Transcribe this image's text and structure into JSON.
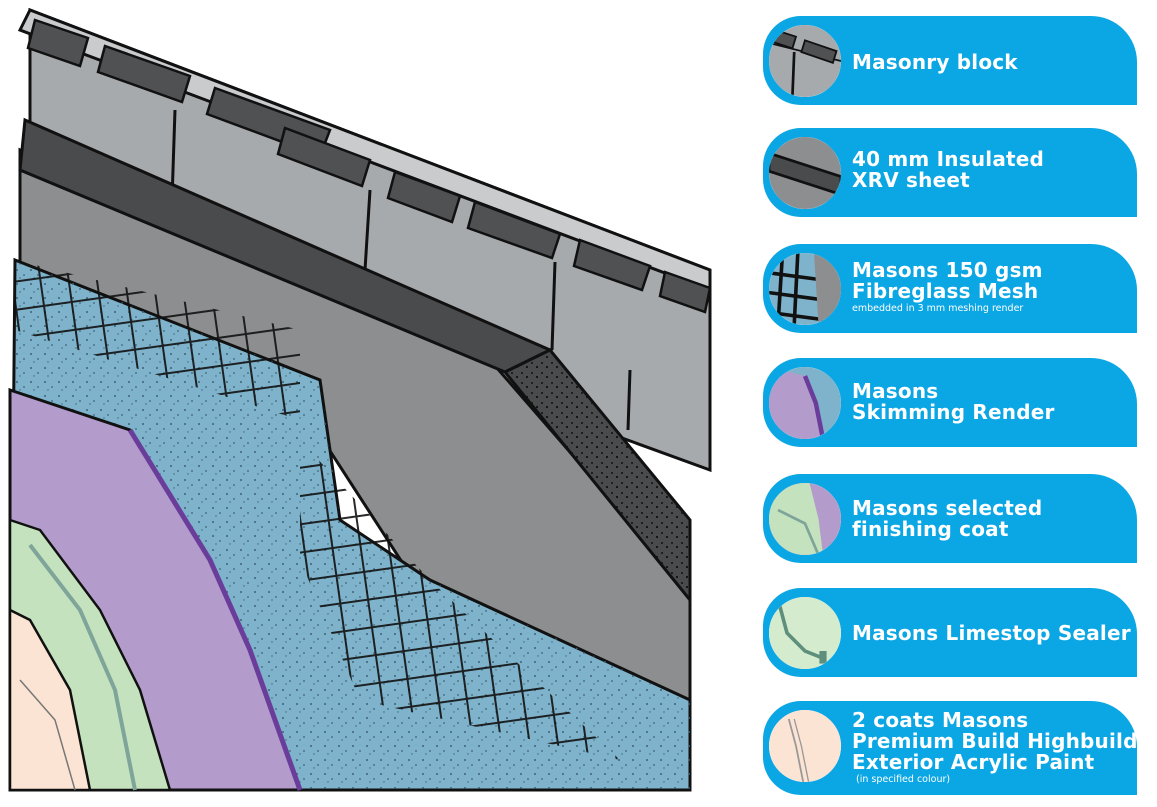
{
  "colors": {
    "accent": "#0ba6e4",
    "masonry": "#a7aaad",
    "block_holes": "#4f5153",
    "insulation": "#4a4b4d",
    "base_render": "#8d8e90",
    "mesh_render": "#7fb3cb",
    "skimming_render": "#b39ccb",
    "finishing_coat": "#c4e2bd",
    "sealer": "#d5ebcd",
    "paint": "#fce4d4"
  },
  "legend": {
    "items": [
      {
        "icon": "masonry-block-icon",
        "lines": [
          "Masonry block"
        ],
        "note": ""
      },
      {
        "icon": "insulated-sheet-icon",
        "lines": [
          "40 mm Insulated",
          "XRV sheet"
        ],
        "note": ""
      },
      {
        "icon": "fibreglass-mesh-icon",
        "lines": [
          "Masons 150 gsm",
          "Fibreglass Mesh"
        ],
        "note": "embedded in 3 mm meshing render"
      },
      {
        "icon": "skimming-render-icon",
        "lines": [
          "Masons",
          "Skimming Render"
        ],
        "note": ""
      },
      {
        "icon": "finishing-coat-icon",
        "lines": [
          "Masons selected",
          "finishing coat"
        ],
        "note": ""
      },
      {
        "icon": "limestop-sealer-icon",
        "lines": [
          "Masons Limestop Sealer"
        ],
        "note": ""
      },
      {
        "icon": "acrylic-paint-icon",
        "lines": [
          "2 coats Masons",
          "Premium Build Highbuild",
          "Exterior Acrylic Paint"
        ],
        "note": "(in specified colour)"
      }
    ]
  }
}
